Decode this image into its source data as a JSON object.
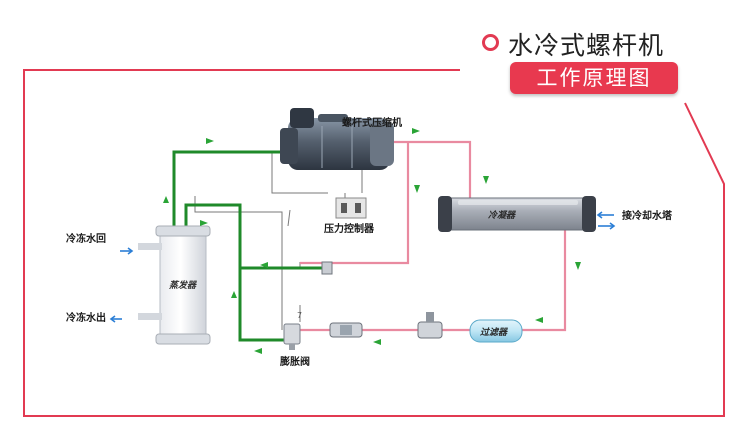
{
  "header": {
    "title": "水冷式螺杆机",
    "subtitle": "工作原理图"
  },
  "labels": {
    "compressor": "螺杆式压缩机",
    "pressure_controller": "压力控制器",
    "condenser": "冷凝器",
    "cooling_tower": "接冷却水塔",
    "evaporator": "蒸发器",
    "chilled_return": "冷冻水回",
    "chilled_out": "冷冻水出",
    "expansion_valve": "膨胀阀",
    "filter": "过滤器",
    "small_mark": "7"
  },
  "colors": {
    "frame": "#e23a52",
    "green_pipe": "#1f8a2a",
    "pink_pipe": "#e98aa0",
    "arrow_green": "#2aa436",
    "arrow_blue": "#2c7fd6",
    "title_badge": "#e8394f"
  }
}
